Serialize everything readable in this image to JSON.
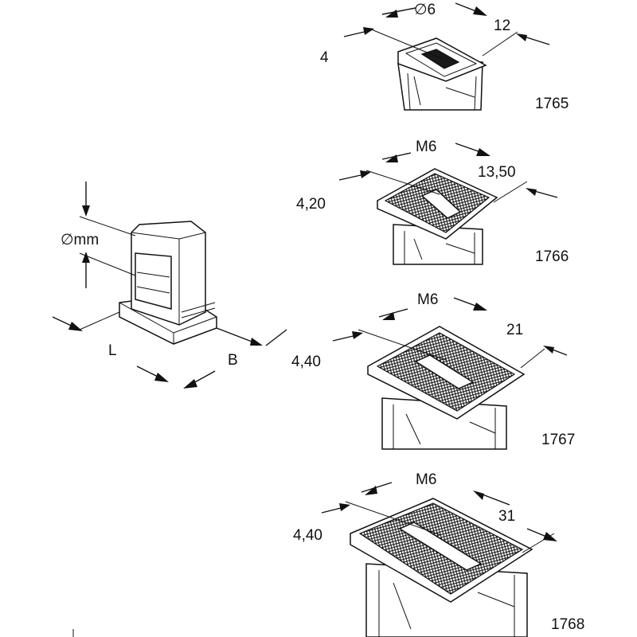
{
  "overview": {
    "diameter_label": "∅mm",
    "length_label": "L",
    "width_label": "B"
  },
  "parts": [
    {
      "article": "1765",
      "diameter_label": "∅6",
      "width_label": "12",
      "height_label": "4"
    },
    {
      "article": "1766",
      "thread_label": "M6",
      "width_label": "13,50",
      "height_label": "4,20"
    },
    {
      "article": "1767",
      "thread_label": "M6",
      "width_label": "21",
      "height_label": "4,40"
    },
    {
      "article": "1768",
      "thread_label": "M6",
      "width_label": "31",
      "height_label": "4,40"
    }
  ],
  "colors": {
    "line": "#111111",
    "background": "#ffffff"
  }
}
